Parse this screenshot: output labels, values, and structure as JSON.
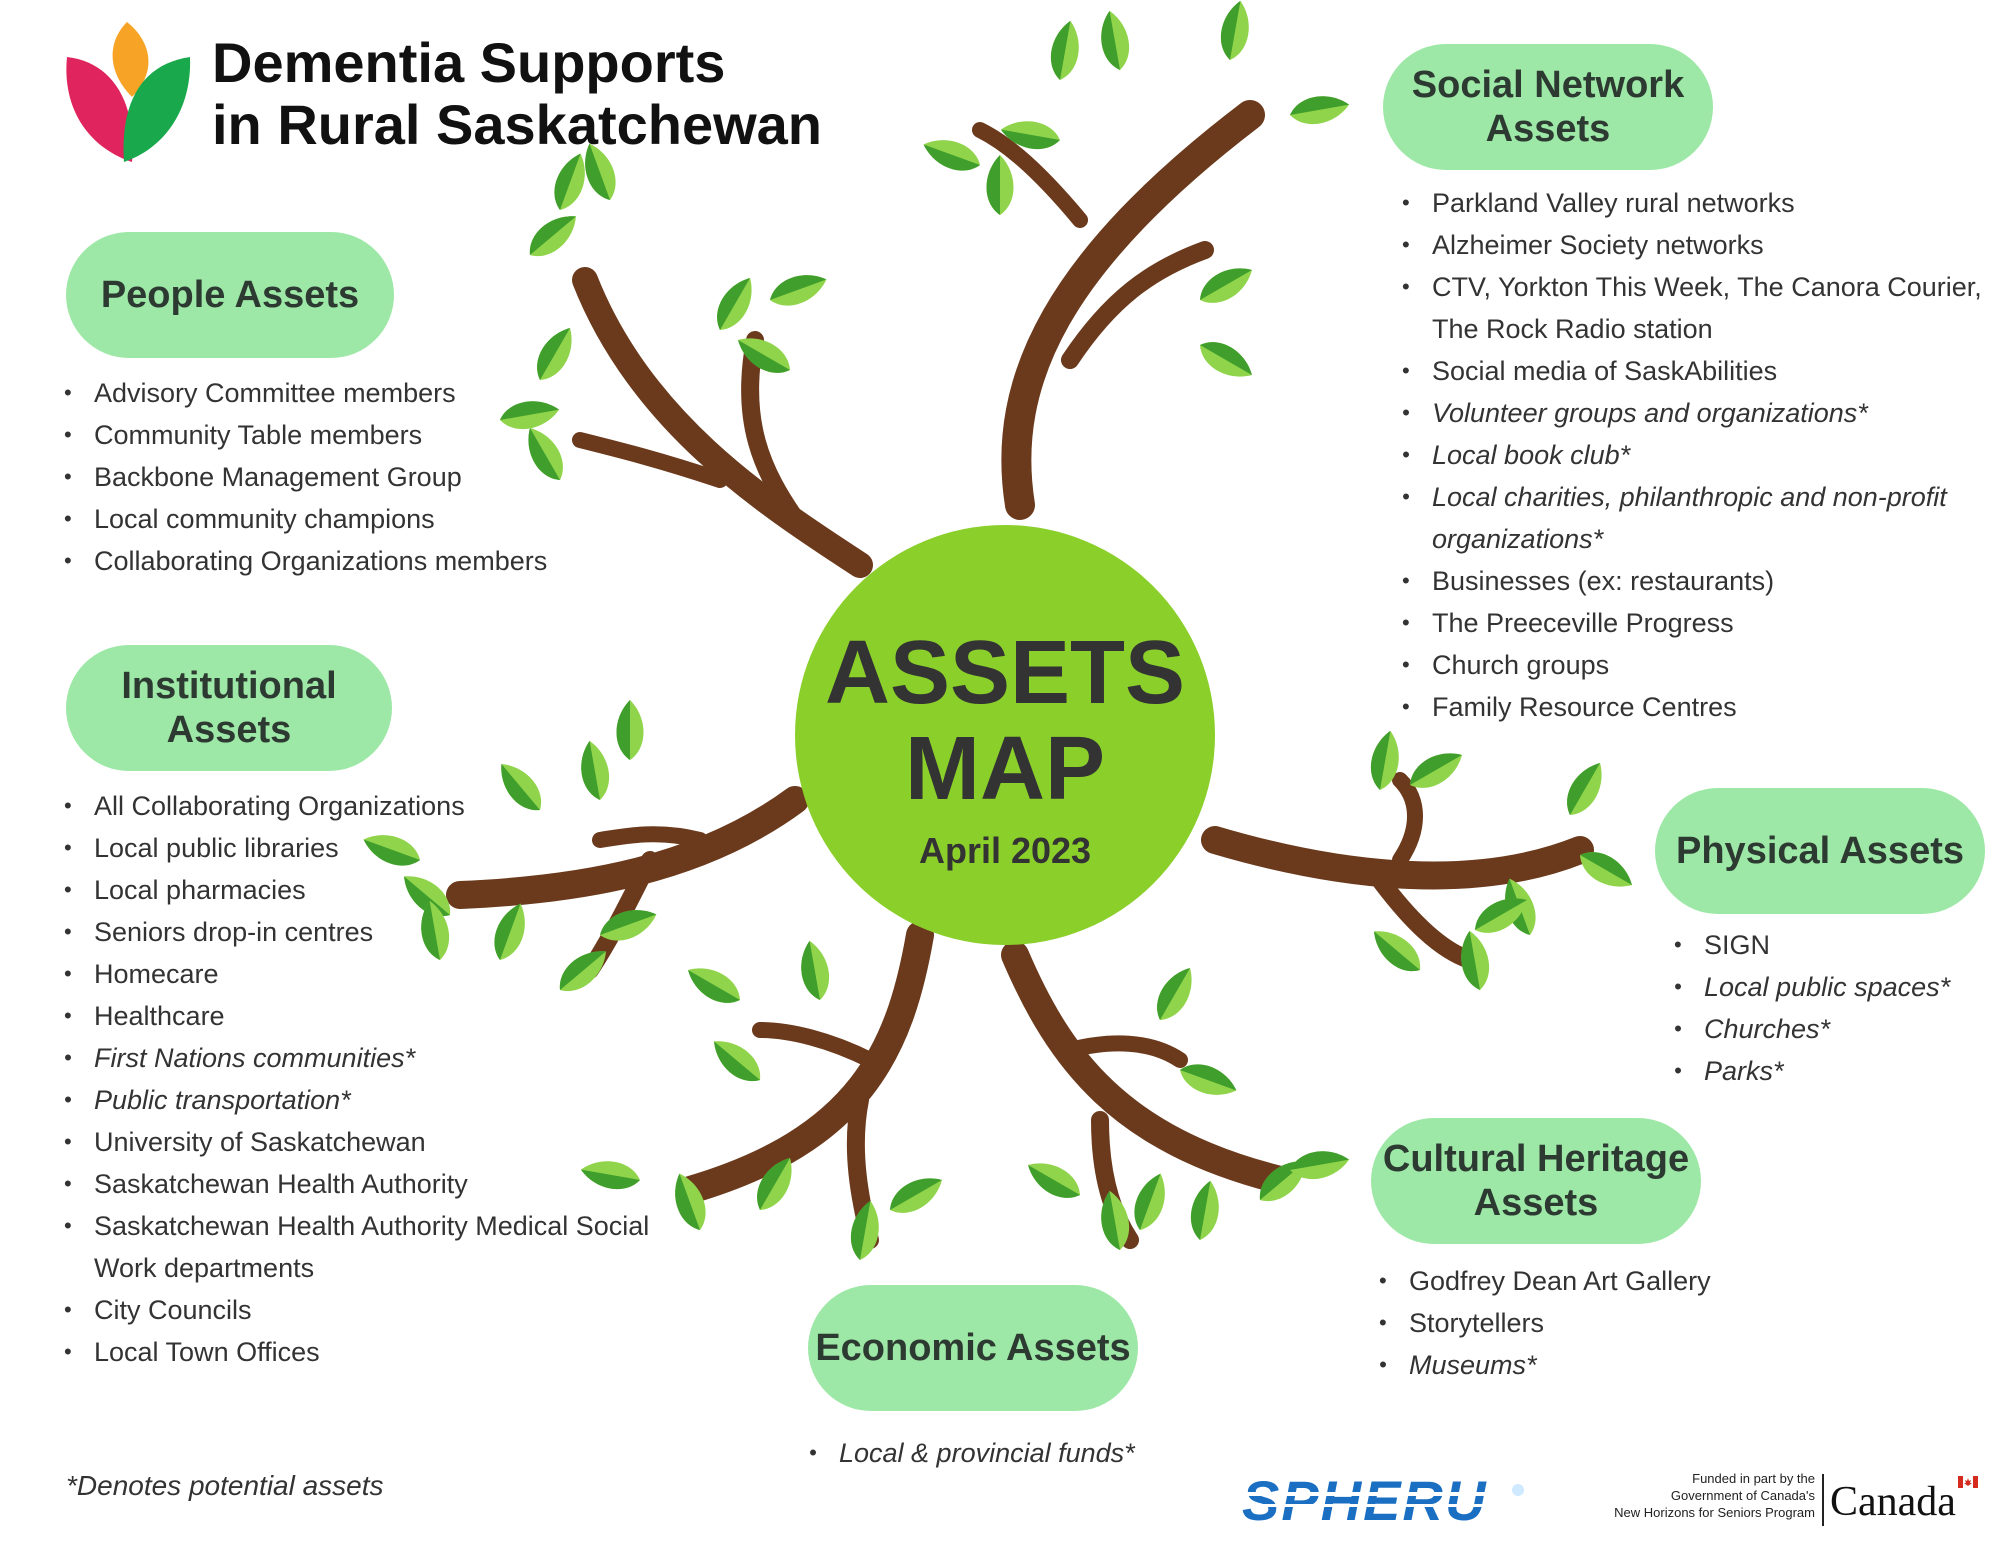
{
  "header": {
    "title_line1": "Dementia Supports",
    "title_line2": "in Rural Saskatchewan"
  },
  "center": {
    "title_line1": "ASSETS",
    "title_line2": "MAP",
    "date": "April 2023"
  },
  "colors": {
    "pill_background": "#9de8a6",
    "center_circle": "#8bcf2b",
    "branch": "#6b3a1c",
    "leaf_light": "#8fd44a",
    "leaf_dark": "#3f9e2c",
    "logo_magenta": "#e0245e",
    "logo_orange": "#f7a325",
    "logo_green": "#19a84b",
    "spheru_blue": "#1a6fc2"
  },
  "categories": {
    "people": {
      "title_line1": "People Assets",
      "title_line2": "",
      "items": [
        {
          "text": "Advisory Committee members",
          "potential": false
        },
        {
          "text": "Community Table members",
          "potential": false
        },
        {
          "text": "Backbone Management Group",
          "potential": false
        },
        {
          "text": "Local community champions",
          "potential": false
        },
        {
          "text": "Collaborating Organizations members",
          "potential": false
        }
      ]
    },
    "institutional": {
      "title_line1": "Institutional",
      "title_line2": "Assets",
      "items": [
        {
          "text": "All Collaborating Organizations",
          "potential": false
        },
        {
          "text": "Local public libraries",
          "potential": false
        },
        {
          "text": "Local pharmacies",
          "potential": false
        },
        {
          "text": "Seniors drop-in centres",
          "potential": false
        },
        {
          "text": "Homecare",
          "potential": false
        },
        {
          "text": "Healthcare",
          "potential": false
        },
        {
          "text": "First Nations communities*",
          "potential": true
        },
        {
          "text": "Public transportation*",
          "potential": true
        },
        {
          "text": "University of Saskatchewan",
          "potential": false
        },
        {
          "text": "Saskatchewan Health Authority",
          "potential": false
        },
        {
          "text": "Saskatchewan Health Authority Medical Social Work departments",
          "potential": false
        },
        {
          "text": "City Councils",
          "potential": false
        },
        {
          "text": "Local Town Offices",
          "potential": false
        }
      ]
    },
    "social": {
      "title_line1": "Social Network",
      "title_line2": "Assets",
      "items": [
        {
          "text": "Parkland Valley rural networks",
          "potential": false
        },
        {
          "text": "Alzheimer Society networks",
          "potential": false
        },
        {
          "text": "CTV, Yorkton This Week, The Canora Courier, The Rock Radio station",
          "potential": false
        },
        {
          "text": "Social media of SaskAbilities",
          "potential": false
        },
        {
          "text": "Volunteer groups and organizations*",
          "potential": true
        },
        {
          "text": "Local book club*",
          "potential": true
        },
        {
          "text": "Local charities, philanthropic and non-profit organizations*",
          "potential": true
        },
        {
          "text": "Businesses (ex: restaurants)",
          "potential": false
        },
        {
          "text": "The Preeceville Progress",
          "potential": false
        },
        {
          "text": "Church groups",
          "potential": false
        },
        {
          "text": "Family Resource Centres",
          "potential": false
        }
      ]
    },
    "physical": {
      "title_line1": "Physical Assets",
      "title_line2": "",
      "items": [
        {
          "text": "SIGN",
          "potential": false
        },
        {
          "text": "Local public spaces*",
          "potential": true
        },
        {
          "text": "Churches*",
          "potential": true
        },
        {
          "text": "Parks*",
          "potential": true
        }
      ]
    },
    "cultural": {
      "title_line1": "Cultural Heritage",
      "title_line2": "Assets",
      "items": [
        {
          "text": "Godfrey Dean Art Gallery",
          "potential": false
        },
        {
          "text": "Storytellers",
          "potential": false
        },
        {
          "text": "Museums*",
          "potential": true
        }
      ]
    },
    "economic": {
      "title_line1": "Economic Assets",
      "title_line2": "",
      "items": [
        {
          "text": "Local & provincial funds*",
          "potential": true
        }
      ]
    }
  },
  "footnote": "*Denotes potential assets",
  "footer": {
    "spheru_logo_text": "SPHERU",
    "funded_line1": "Funded in part by the",
    "funded_line2": "Government of Canada's",
    "funded_line3": "New Horizons for Seniors Program",
    "canada_wordmark": "Canada"
  }
}
